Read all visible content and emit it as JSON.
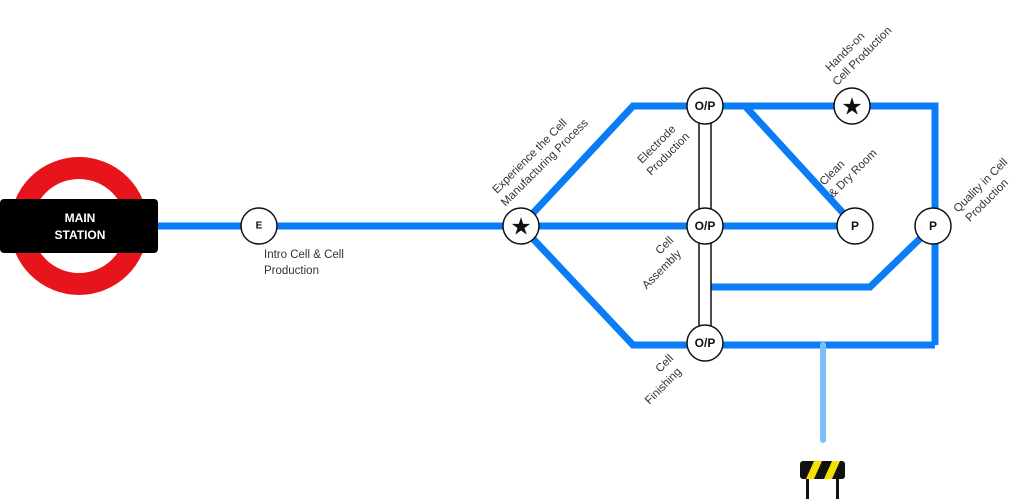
{
  "main_station": {
    "line1": "MAIN",
    "line2": "STATION"
  },
  "colors": {
    "line": "#0a7cf5",
    "planned_line": "#80bdfb",
    "roundel": "#e8141b"
  },
  "stations": {
    "intro": {
      "code": "E",
      "label1": "Intro Cell & Cell",
      "label2": "Production"
    },
    "experience": {
      "icon": "star",
      "label1": "Experience the Cell",
      "label2": "Manufacturing Process"
    },
    "electrode": {
      "code": "O/P",
      "label1": "Electrode",
      "label2": "Production"
    },
    "assembly": {
      "code": "O/P",
      "label1": "Cell",
      "label2": "Assembly"
    },
    "finishing": {
      "code": "O/P",
      "label1": "Cell",
      "label2": "Finishing"
    },
    "hands_on": {
      "icon": "star",
      "label1": "Hands-on",
      "label2": "Cell Production"
    },
    "clean_dry": {
      "code": "P",
      "label1": "Clean",
      "label2": "& Dry Room"
    },
    "quality": {
      "code": "P",
      "label1": "Quality in Cell",
      "label2": "Production"
    }
  }
}
